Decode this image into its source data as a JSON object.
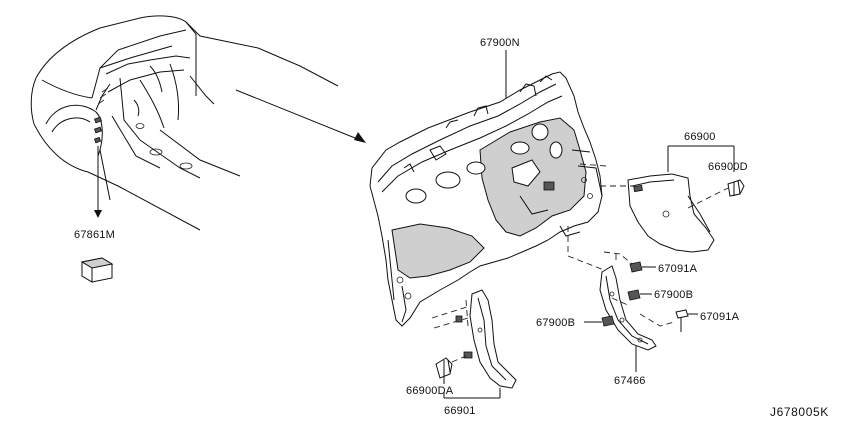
{
  "labels": {
    "insulator_dash": "67900N",
    "insulator_side": "66900",
    "clip_side": "66900D",
    "clip_a_upper": "67091A",
    "clip_b_right": "67900B",
    "clip_b_left": "67900B",
    "clip_a_lower": "67091A",
    "bracket": "67466",
    "clip_lower_left": "66900DA",
    "insulator_lower": "66901",
    "pad": "67861M"
  },
  "diagram_code": "J678005K",
  "colors": {
    "line": "#111111",
    "shade": "#cfcfcf",
    "background": "#ffffff"
  }
}
